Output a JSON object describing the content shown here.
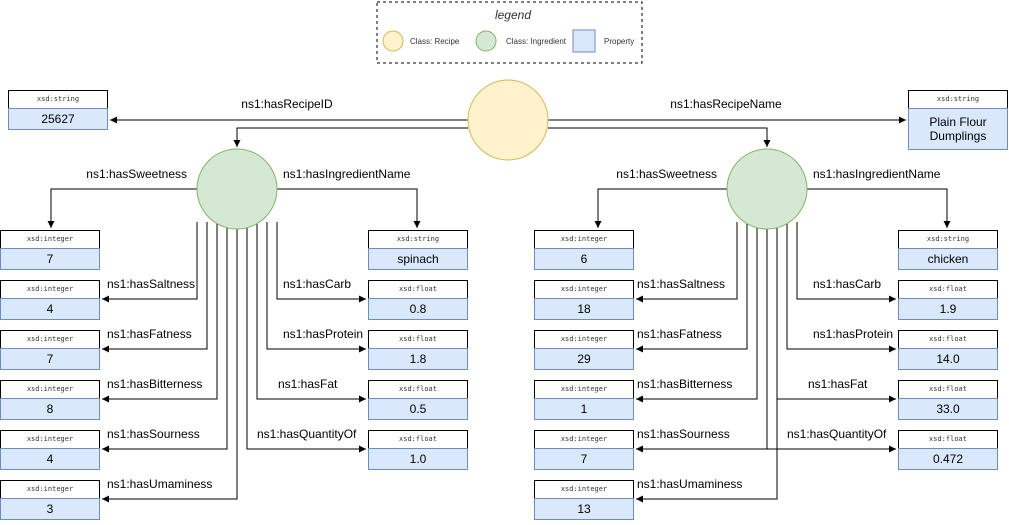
{
  "legend": {
    "title": "legend",
    "recipe_label": "Class: Recipe",
    "ingredient_label": "Class: Ingredient",
    "property_label": "Property"
  },
  "colors": {
    "recipe_fill": "#fff2cc",
    "recipe_stroke": "#d6b656",
    "ingredient_fill": "#d5e8d4",
    "ingredient_stroke": "#82b366",
    "property_fill": "#dae8fc",
    "property_stroke": "#6c8ebf"
  },
  "recipe": {
    "id_edge": "ns1:hasRecipeID",
    "name_edge": "ns1:hasRecipeName",
    "id": {
      "type": "xsd:string",
      "value": "25627"
    },
    "name": {
      "type": "xsd:string",
      "value": "Plain Flour\nDumplings"
    }
  },
  "ingredients": [
    {
      "name_edge": "ns1:hasIngredientName",
      "name": {
        "type": "xsd:string",
        "value": "spinach"
      },
      "sweetness_edge": "ns1:hasSweetness",
      "left": [
        {
          "type": "xsd:integer",
          "value": "7"
        },
        {
          "edge": "ns1:hasSaltness",
          "type": "xsd:integer",
          "value": "4"
        },
        {
          "edge": "ns1:hasFatness",
          "type": "xsd:integer",
          "value": "7"
        },
        {
          "edge": "ns1:hasBitterness",
          "type": "xsd:integer",
          "value": "8"
        },
        {
          "edge": "ns1:hasSourness",
          "type": "xsd:integer",
          "value": "4"
        },
        {
          "edge": "ns1:hasUmaminess",
          "type": "xsd:integer",
          "value": "3"
        }
      ],
      "right": [
        {
          "edge": "ns1:hasCarb",
          "type": "xsd:float",
          "value": "0.8"
        },
        {
          "edge": "ns1:hasProtein",
          "type": "xsd:float",
          "value": "1.8"
        },
        {
          "edge": "ns1:hasFat",
          "type": "xsd:float",
          "value": "0.5"
        },
        {
          "edge": "ns1:hasQuantityOf",
          "type": "xsd:float",
          "value": "1.0"
        }
      ]
    },
    {
      "name_edge": "ns1:hasIngredientName",
      "name": {
        "type": "xsd:string",
        "value": "chicken"
      },
      "sweetness_edge": "ns1:hasSweetness",
      "left": [
        {
          "type": "xsd:integer",
          "value": "6"
        },
        {
          "edge": "ns1:hasSaltness",
          "type": "xsd:integer",
          "value": "18"
        },
        {
          "edge": "ns1:hasFatness",
          "type": "xsd:integer",
          "value": "29"
        },
        {
          "edge": "ns1:hasBitterness",
          "type": "xsd:integer",
          "value": "1"
        },
        {
          "edge": "ns1:hasSourness",
          "type": "xsd:integer",
          "value": "7"
        },
        {
          "edge": "ns1:hasUmaminess",
          "type": "xsd:integer",
          "value": "13"
        }
      ],
      "right": [
        {
          "edge": "ns1:hasCarb",
          "type": "xsd:float",
          "value": "1.9"
        },
        {
          "edge": "ns1:hasProtein",
          "type": "xsd:float",
          "value": "14.0"
        },
        {
          "edge": "ns1:hasFat",
          "type": "xsd:float",
          "value": "33.0"
        },
        {
          "edge": "ns1:hasQuantityOf",
          "type": "xsd:float",
          "value": "0.472"
        }
      ]
    }
  ]
}
